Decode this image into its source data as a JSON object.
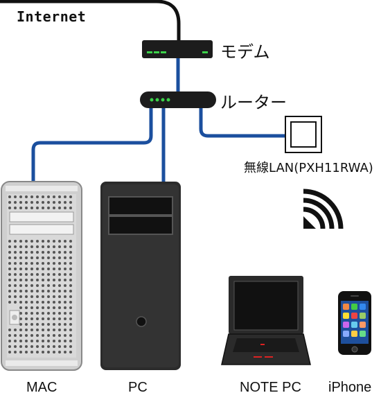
{
  "internet_label": "Internet",
  "modem_label": "モデム",
  "router_label": "ルーター",
  "access_point_label": "無線LAN(PXH11RWA)",
  "devices": {
    "mac": "MAC",
    "pc": "PC",
    "notebook": "NOTE PC",
    "iphone": "iPhone"
  },
  "colors": {
    "cable": "#1b4f9e",
    "internet_line": "#111111",
    "status_led": "#3cd24a",
    "device_body": "#2b2b2b"
  }
}
